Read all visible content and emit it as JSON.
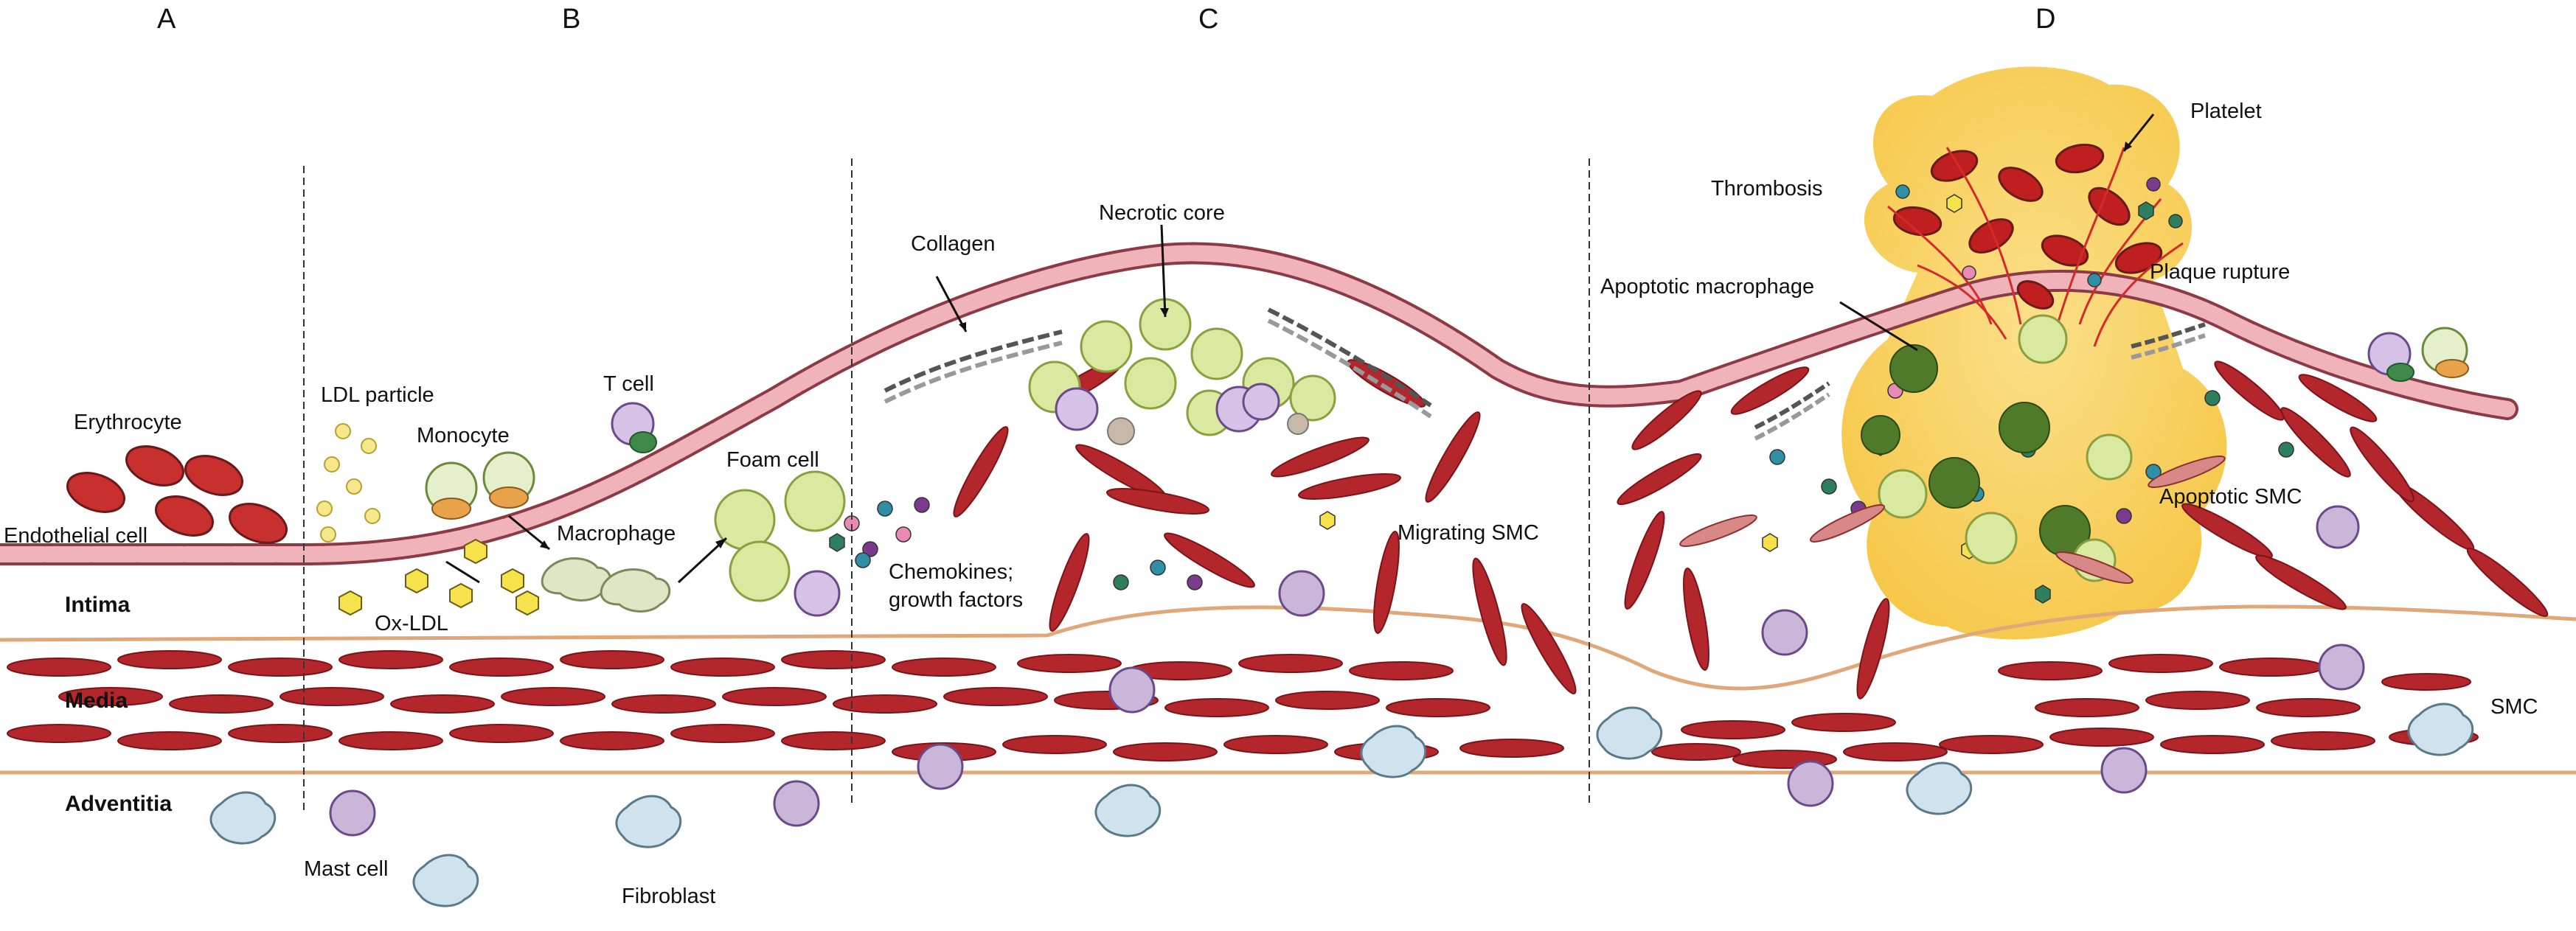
{
  "panels": {
    "a": "A",
    "b": "B",
    "c": "C",
    "d": "D"
  },
  "layers": {
    "intima": "Intima",
    "media": "Media",
    "adventitia": "Adventitia"
  },
  "labels": {
    "erythrocyte": "Erythrocyte",
    "endothelial_cell": "Endothelial cell",
    "ldl_particle": "LDL particle",
    "monocyte": "Monocyte",
    "t_cell": "T cell",
    "macrophage": "Macrophage",
    "ox_ldl": "Ox-LDL",
    "foam_cell": "Foam cell",
    "chemokines_1": "Chemokines;",
    "chemokines_2": "growth factors",
    "collagen": "Collagen",
    "necrotic_core": "Necrotic core",
    "migrating_smc": "Migrating SMC",
    "mast_cell": "Mast cell",
    "fibroblast": "Fibroblast",
    "platelet": "Platelet",
    "thrombosis": "Thrombosis",
    "plaque_rupture": "Plaque rupture",
    "apoptotic_macrophage": "Apoptotic macrophage",
    "apoptotic_smc": "Apoptotic SMC",
    "smc": "SMC"
  },
  "colors": {
    "endothelium": "#e8a0a8",
    "smc": "#b3262c",
    "erythrocyte": "#c8302e",
    "foam": "#d9eaa0",
    "thrombus": "#f7cf5a",
    "lamina": "#e0a878",
    "necrotic": "#4e7a2a",
    "fibroblast": "#cfe3ef",
    "mast": "#c9b6d8"
  }
}
